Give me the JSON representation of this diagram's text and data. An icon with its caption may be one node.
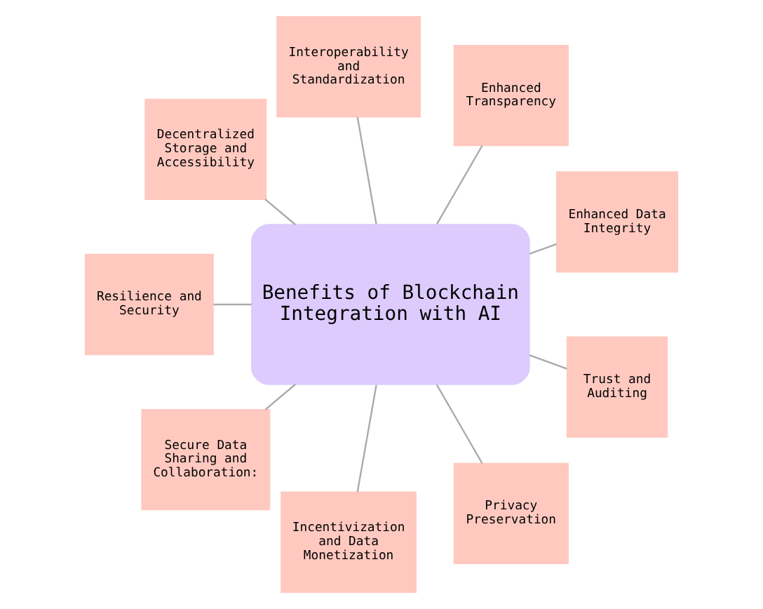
{
  "diagram": {
    "nodes": [
      {
        "text": [
          "Enhanced Data Integrity"
        ]
      },
      {
        "text": [
          "Enhanced Transparency"
        ]
      },
      {
        "text": [
          "Interoperability and Standardization"
        ]
      },
      {
        "text": [
          "Decentralized Storage and Accessibility"
        ]
      },
      {
        "text": [
          "Benefits of Blockchain Integration with AI"
        ]
      },
      {
        "text": [
          "Resilience and Security"
        ]
      },
      {
        "text": [
          "Secure Data Sharing and Collaboration:"
        ]
      },
      {
        "text": [
          "Incentivization and Data Monetization"
        ]
      },
      {
        "text": [
          "Privacy Preservation"
        ]
      },
      {
        "text": [
          "Trust and Auditing"
        ]
      }
    ],
    "edges": [
      {
        "from": 4,
        "to": 0,
        "arrow": "none"
      },
      {
        "from": 4,
        "to": 1,
        "arrow": "none"
      },
      {
        "from": 4,
        "to": 3,
        "arrow": "none"
      },
      {
        "from": 4,
        "to": 6,
        "arrow": "none"
      },
      {
        "from": 4,
        "to": 8,
        "arrow": "none"
      },
      {
        "from": 4,
        "to": 9,
        "arrow": "none"
      },
      {
        "from": 4,
        "to": 7,
        "arrow": "none"
      },
      {
        "from": 4,
        "to": 5,
        "arrow": "none"
      },
      {
        "from": 4,
        "to": 2,
        "arrow": "none"
      }
    ]
  }
}
